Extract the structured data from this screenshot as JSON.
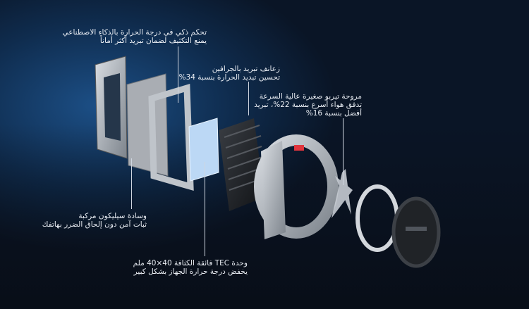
{
  "callouts": [
    {
      "title": "تحكم ذكي في درجة الحرارة بالذكاء الاصطناعي",
      "desc": "يمنع التكثيف لضمان تبريد أكثر أماناً"
    },
    {
      "title": "زعانف تبريد بالجرافين",
      "desc": "تحسين تبديد الحرارة بنسبة 34%"
    },
    {
      "title": "مروحة تيربو صغيرة عالية السرعة",
      "desc": "تدفق هواء أسرع بنسبة 22%، تبريد",
      "desc2": "أفضل بنسبة 16%"
    },
    {
      "title": "وسادة سيليكون مركبة",
      "desc": "ثبات آمن دون إلحاق الضرر بهاتفك"
    },
    {
      "title": "وحدة TEC فائقة الكثافة 40×40 ملم",
      "desc": "يخفض درجة حرارة الجهاز بشكل كبير"
    }
  ],
  "colors": {
    "accent": "#1c4f86",
    "text": "#e9edf3",
    "tec": "#bcd8f5",
    "led": "#e0353d"
  }
}
